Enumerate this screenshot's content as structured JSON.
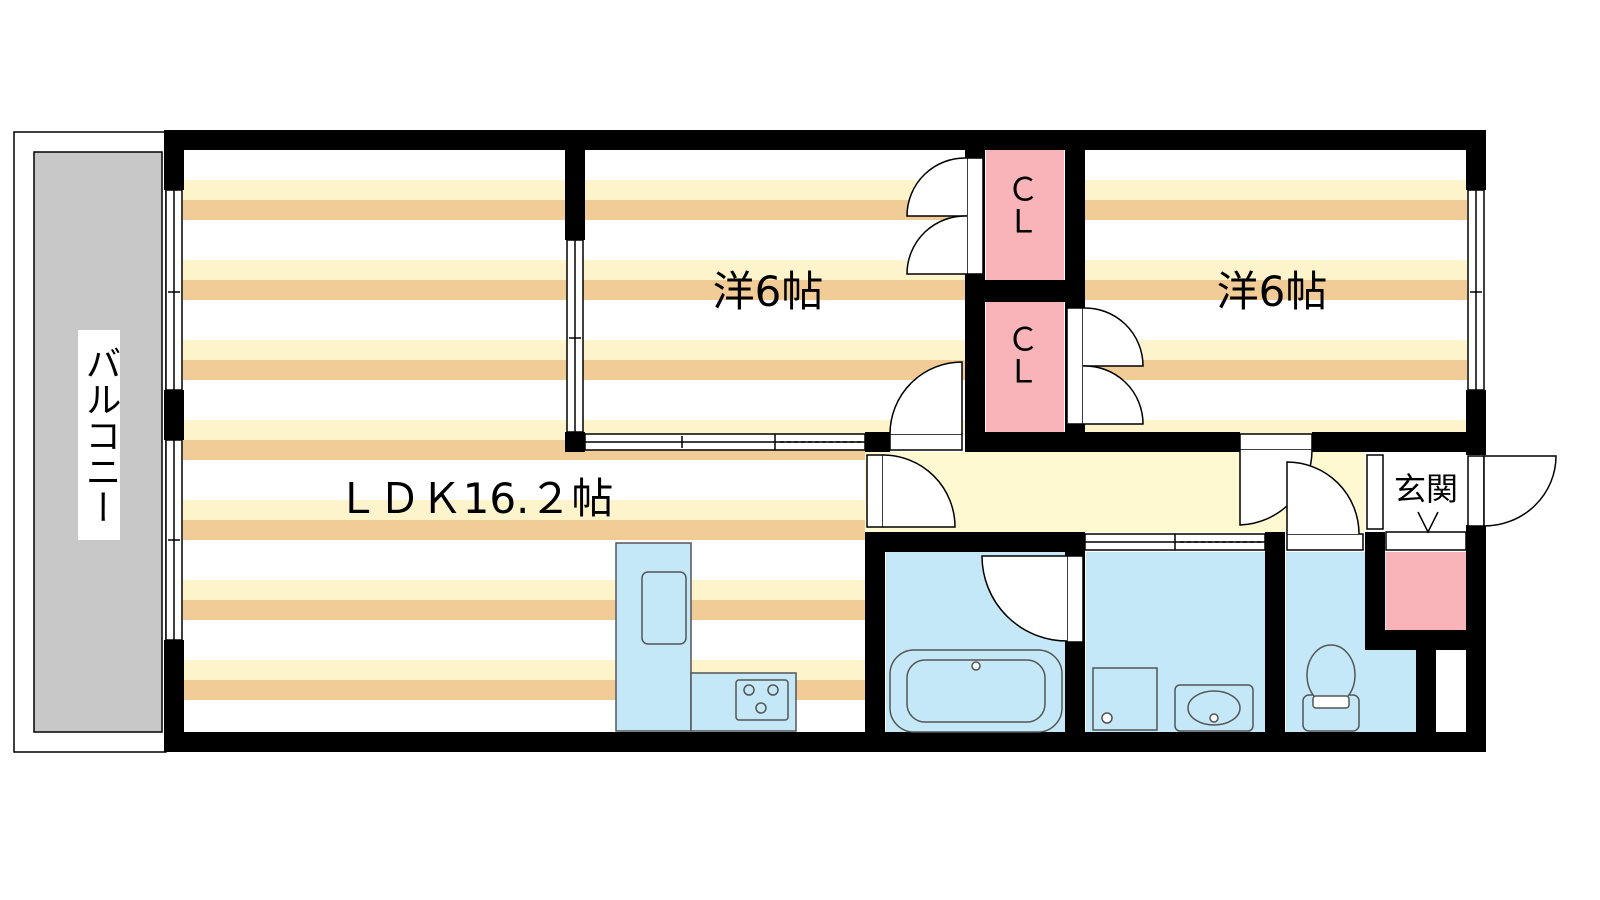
{
  "colors": {
    "wall": "#000000",
    "floor_stripe_light": "#fdf4cc",
    "floor_stripe_dark": "#f2cc96",
    "hallway": "#fff9d2",
    "wet_area": "#c4e8f8",
    "closet": "#f8b4b8",
    "balcony": "#c8c8c8"
  },
  "rooms": {
    "balcony": "バルコニー",
    "ldk": "ＬＤＫ16.２帖",
    "western_1": "洋6帖",
    "western_2": "洋6帖",
    "closet_1": "ＣＬ",
    "closet_2": "ＣＬ",
    "entrance": "玄関"
  },
  "icons": [
    "stove-icon",
    "bathtub-icon",
    "washbasin-icon",
    "toilet-icon",
    "washing-machine-icon",
    "door-swing-icon",
    "sliding-door-icon",
    "window-icon"
  ]
}
